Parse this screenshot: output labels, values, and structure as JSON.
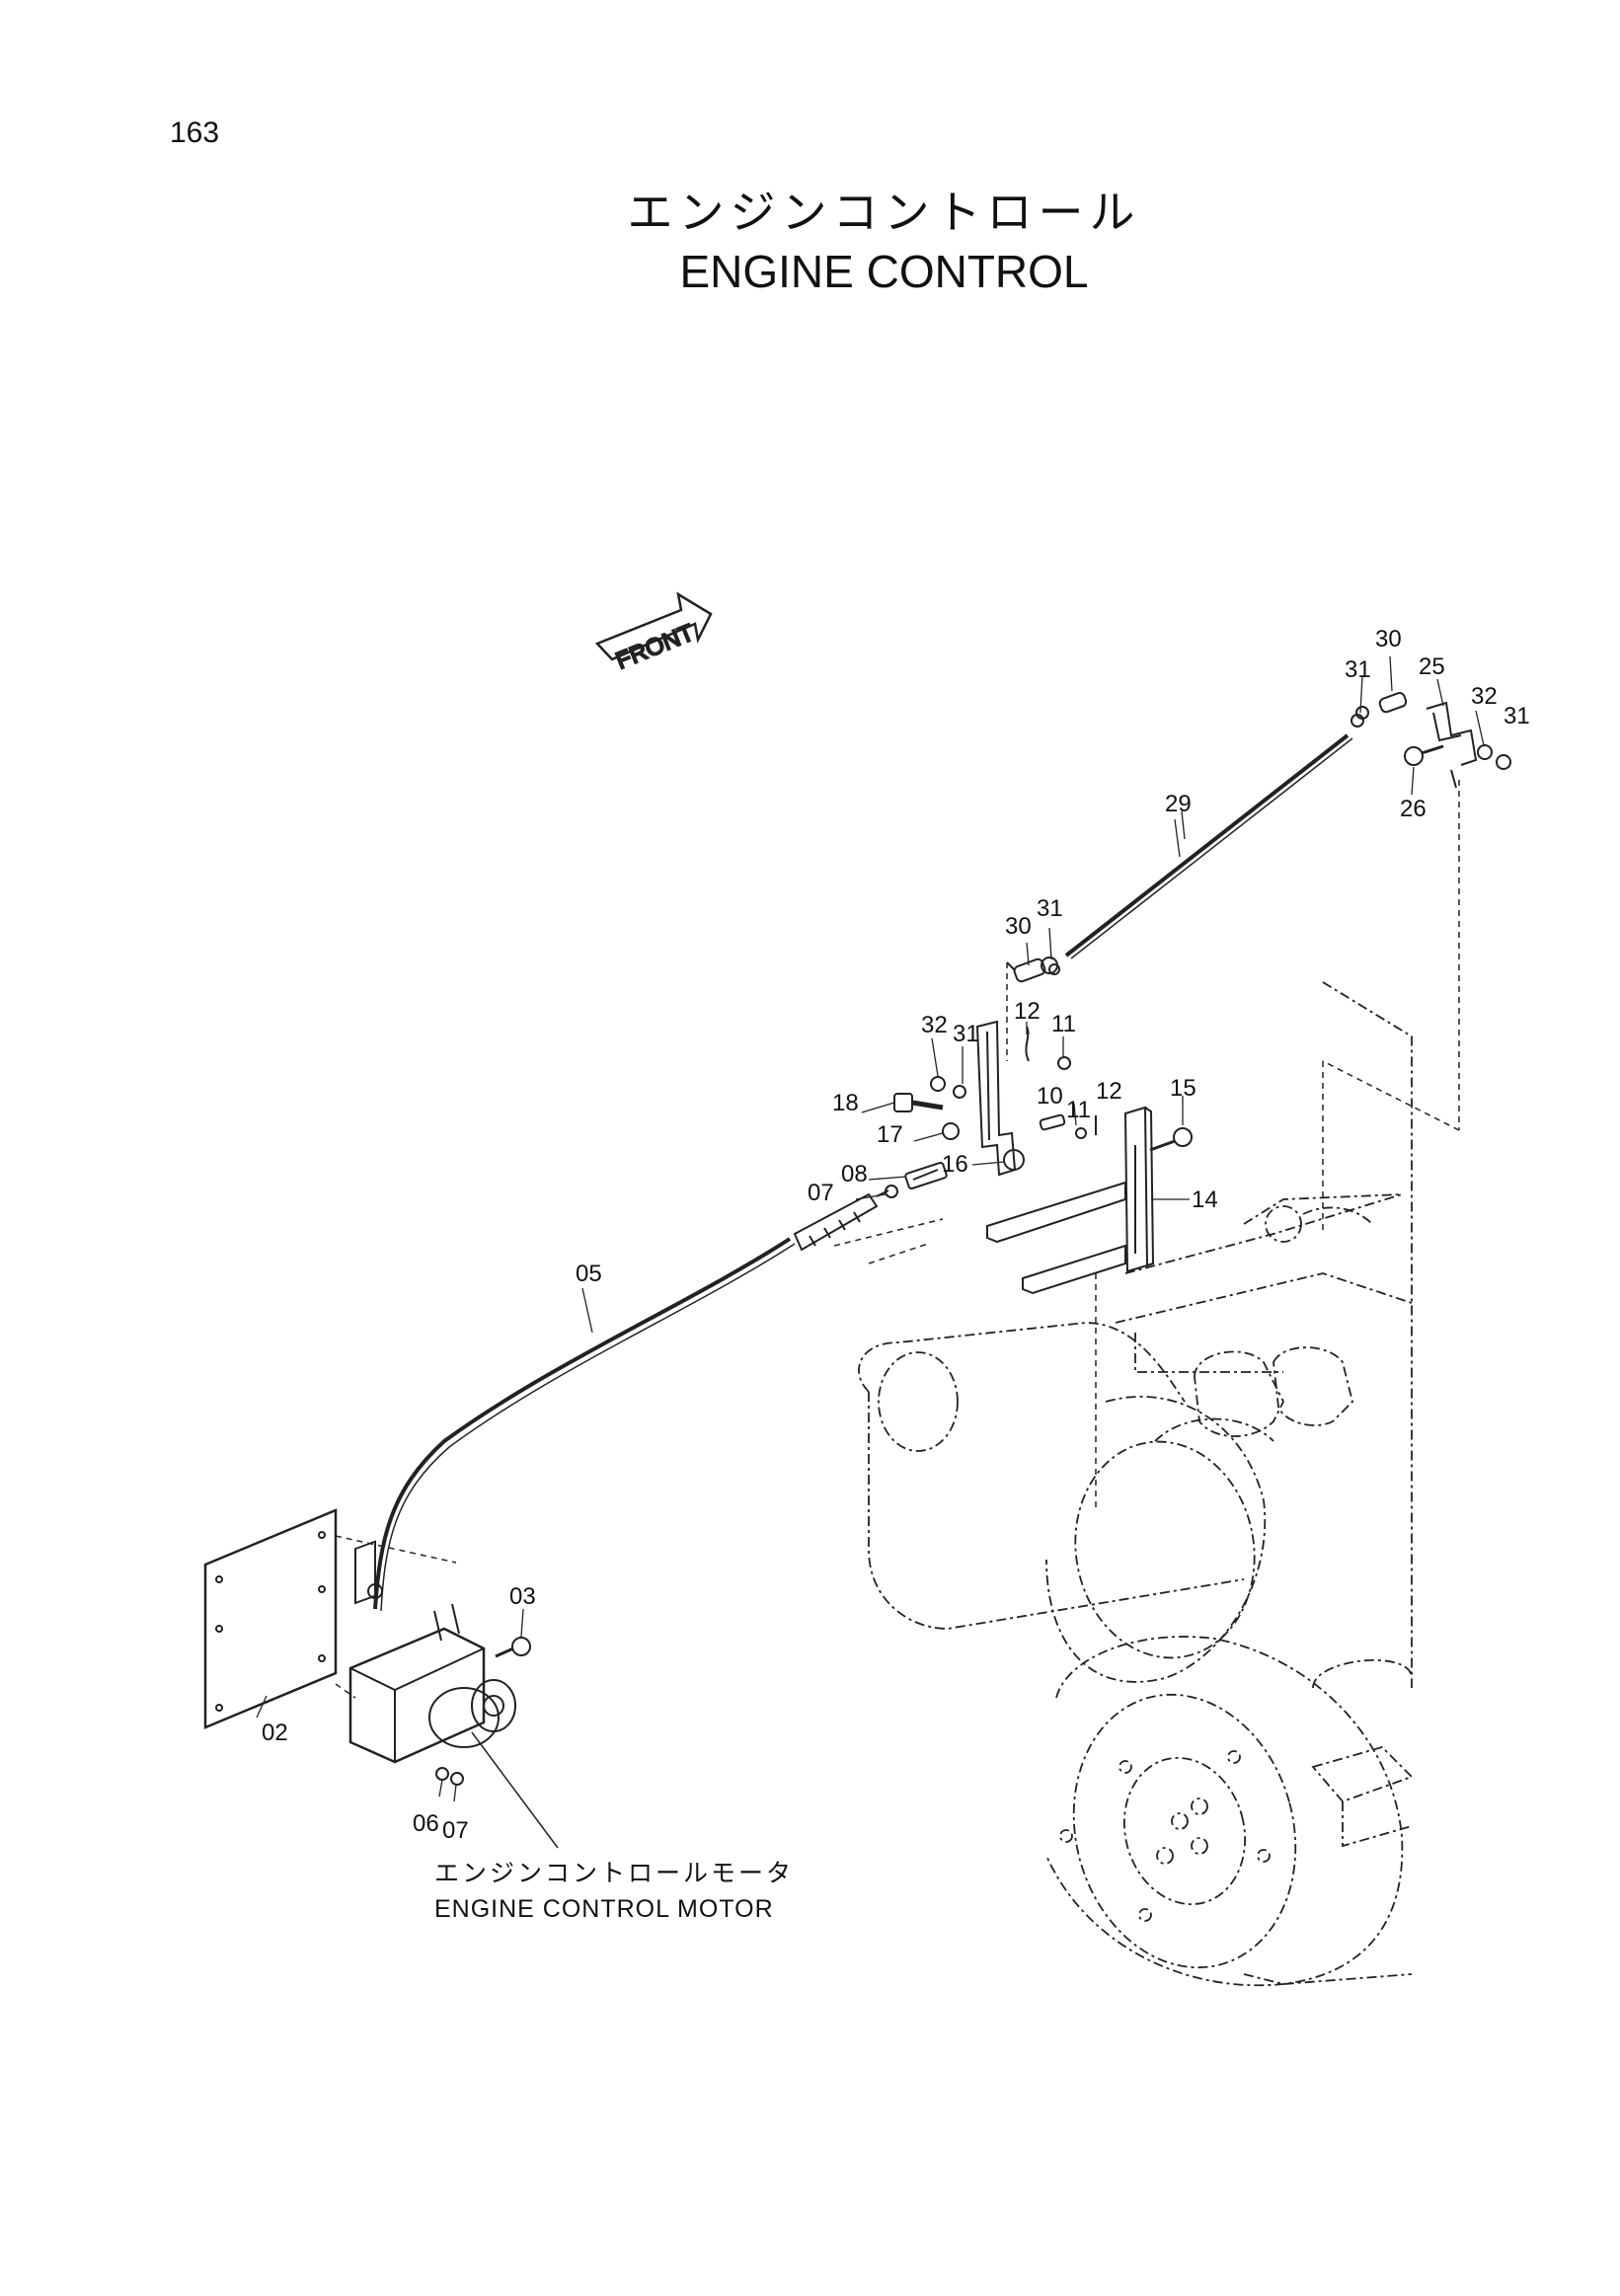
{
  "page": {
    "number": "163"
  },
  "title": {
    "japanese": "エンジンコントロール",
    "english": "ENGINE CONTROL"
  },
  "front_marker": {
    "label": "FRONT"
  },
  "motor_caption": {
    "japanese": "エンジンコントロールモータ",
    "english": "ENGINE CONTROL MOTOR"
  },
  "callouts": {
    "c02": "02",
    "c03": "03",
    "c05": "05",
    "c06": "06",
    "c07a": "07",
    "c07b": "07",
    "c08": "08",
    "c10": "10",
    "c11a": "11",
    "c11b": "11",
    "c12a": "12",
    "c12b": "12",
    "c14": "14",
    "c15": "15",
    "c16": "16",
    "c17": "17",
    "c18": "18",
    "c25": "25",
    "c26": "26",
    "c29": "29",
    "c30a": "30",
    "c30b": "30",
    "c31a": "31",
    "c31b": "31",
    "c31c": "31",
    "c31d": "31",
    "c32a": "32",
    "c32b": "32"
  }
}
